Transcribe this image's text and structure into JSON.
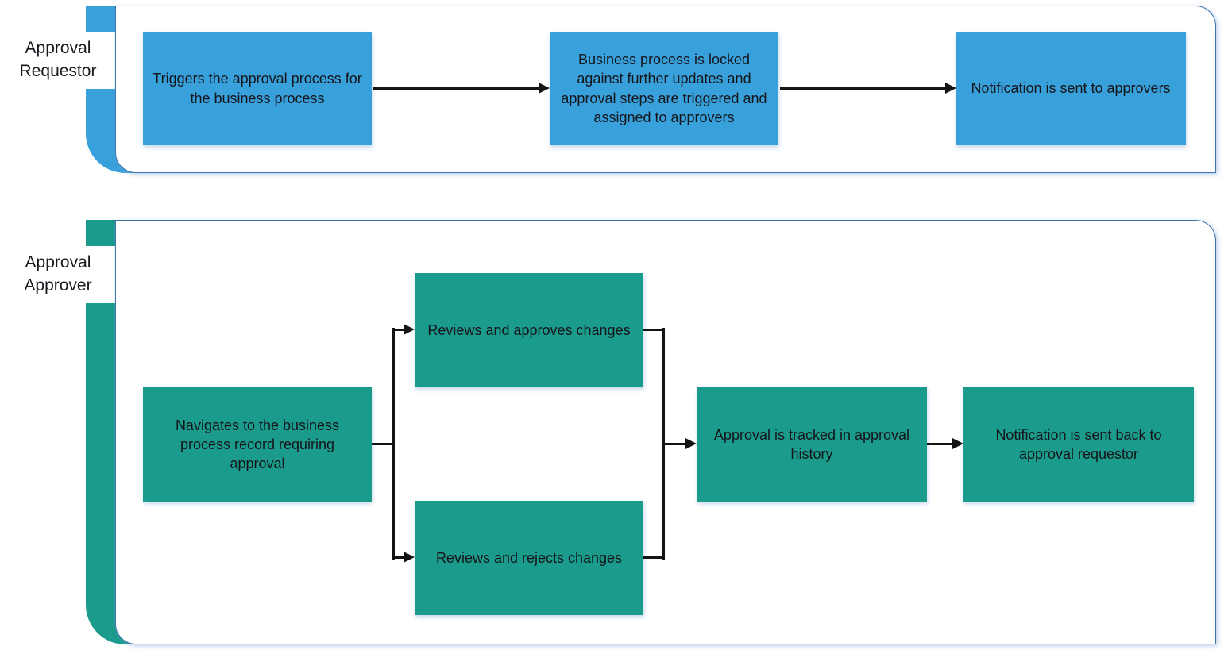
{
  "lanes": [
    {
      "label": "Approval Requestor",
      "color": "#38a0da",
      "nodes": [
        {
          "text": "Triggers the approval process for the business process"
        },
        {
          "text": "Business process is locked against further updates and approval steps are triggered and assigned to approvers"
        },
        {
          "text": "Notification is sent to approvers"
        }
      ]
    },
    {
      "label": "Approval Approver",
      "color": "#1a9b8b",
      "nodes": [
        {
          "text": "Navigates to the business process record requiring approval"
        },
        {
          "text": "Reviews and approves changes"
        },
        {
          "text": "Reviews and rejects changes"
        },
        {
          "text": "Approval is tracked in approval history"
        },
        {
          "text": "Notification is sent back to approval requestor"
        }
      ]
    }
  ],
  "colors": {
    "requestor_fill": "#38a0da",
    "approver_fill": "#1a9b8b",
    "lane_border": "#3f74ae",
    "connector": "#141414",
    "text": "#15151b"
  }
}
